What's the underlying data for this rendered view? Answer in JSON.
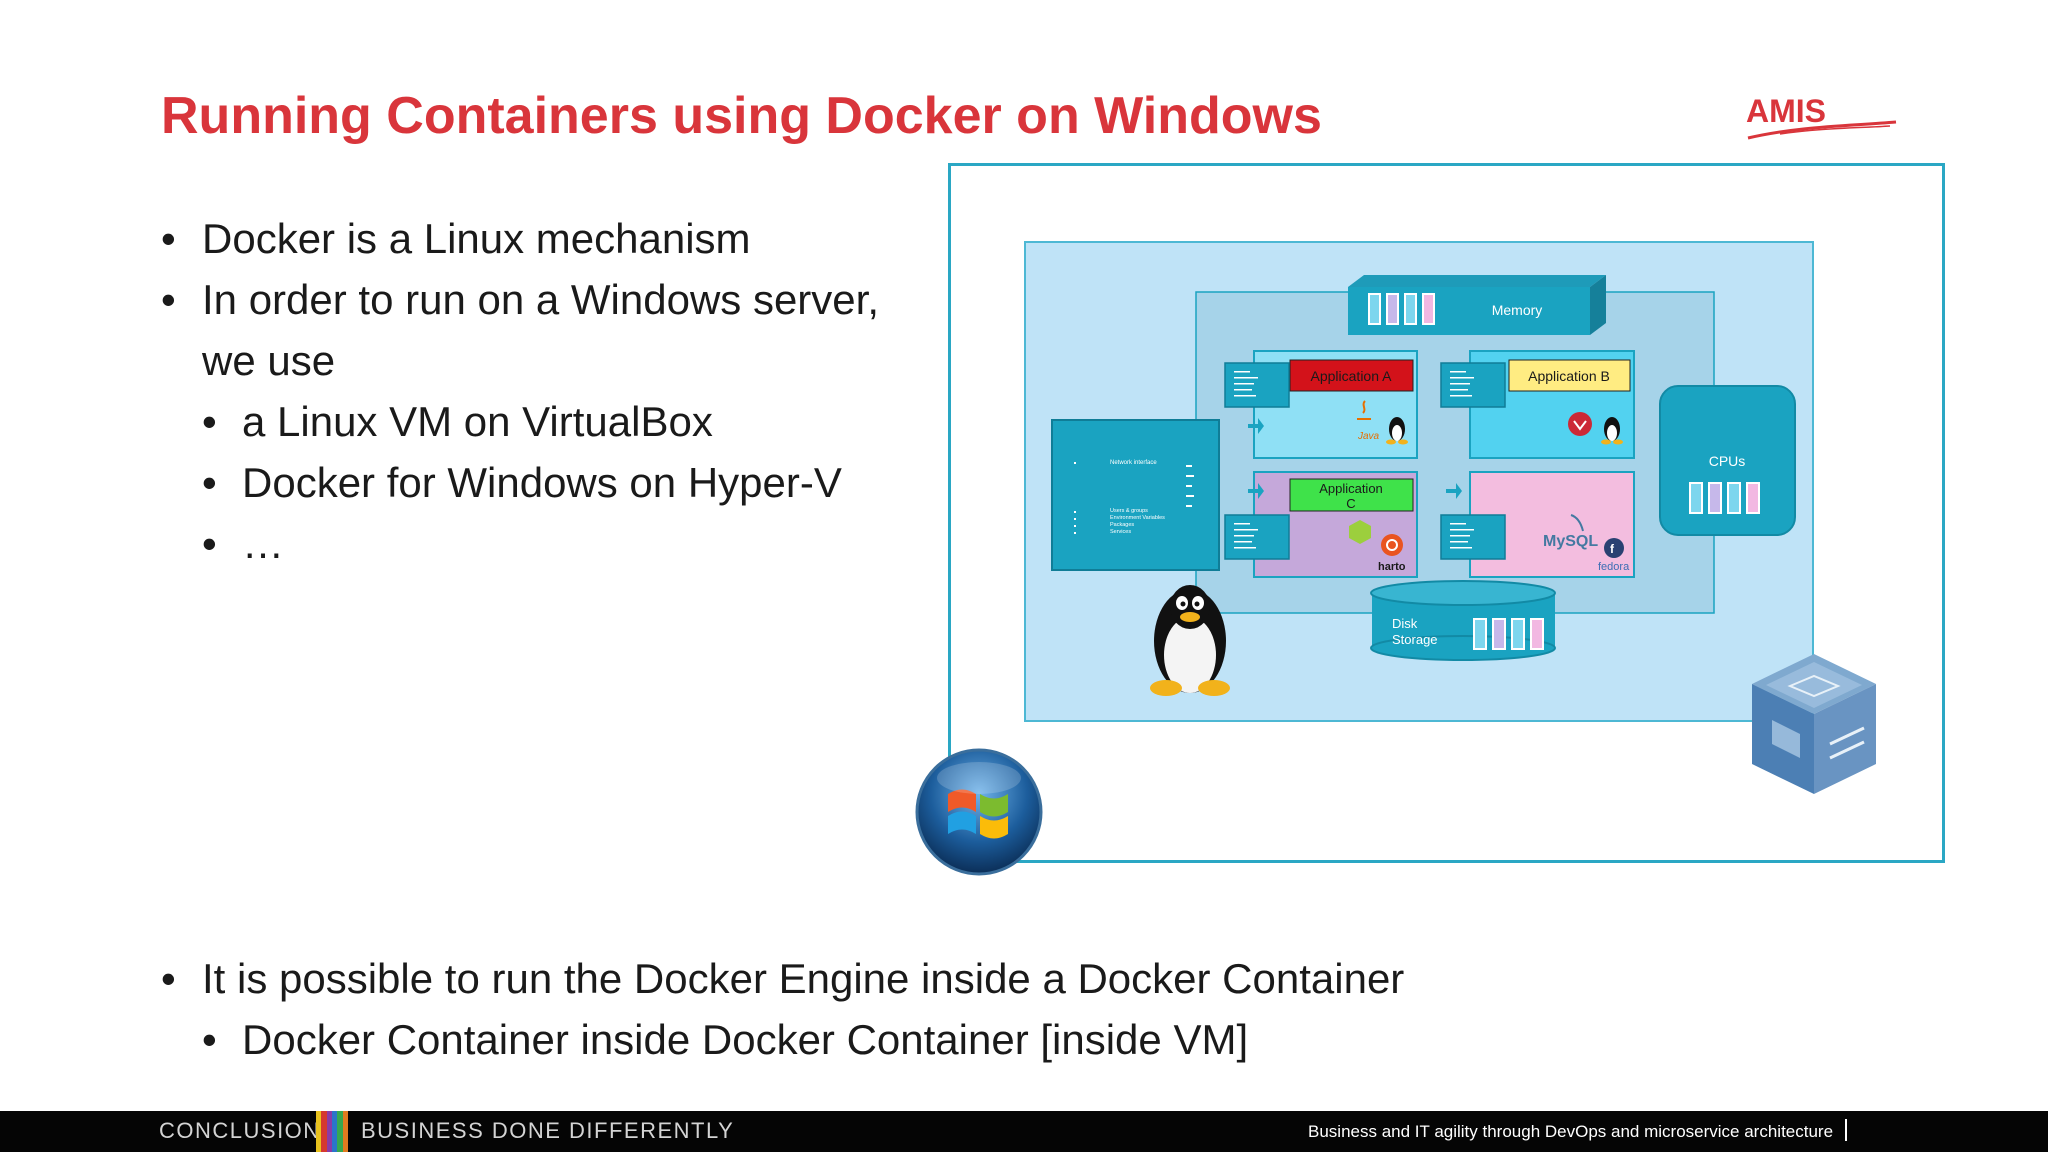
{
  "slide": {
    "title": "Running Containers using Docker on Windows",
    "logo_text": "AMIS",
    "bullets_top": [
      {
        "text": "Docker is a Linux mechanism"
      },
      {
        "text": "In order to run on a Windows server,",
        "cont": "we use"
      },
      {
        "text": "a Linux VM on VirtualBox"
      },
      {
        "text": "Docker for Windows on Hyper-V"
      },
      {
        "text": "…"
      }
    ],
    "bullets_bottom": [
      {
        "text": "It is possible to run the Docker Engine inside a Docker Container"
      },
      {
        "text": "Docker Container inside Docker Container [inside VM]"
      }
    ],
    "bullet_char": "•"
  },
  "diagram": {
    "memory_label": "Memory",
    "cpus_label": "CPUs",
    "disk_label_1": "Disk",
    "disk_label_2": "Storage",
    "app_a_label": "Application A",
    "app_b_label": "Application B",
    "app_c_label_1": "Application",
    "app_c_label_2": "C",
    "java_label": "Java",
    "mysql_label": "MySQL",
    "fedora_label": "fedora",
    "haproxy_label": "harto",
    "network_label": "Network interface",
    "users_label": "Users & groups",
    "env_label": "Environment Variables",
    "packages_label": "Packages",
    "services_label": "Services",
    "icons": [
      "tux-penguin-icon",
      "windows-logo-icon",
      "virtualbox-logo-icon"
    ],
    "colors": {
      "teal": "#1aa3c1",
      "app_a_header": "#d3121a",
      "app_b_header": "#ffec82",
      "app_c_header": "#3fe24a",
      "app_pink": "#f3bddf",
      "app_lilac": "#c5a8da",
      "slot_a": "#7dd6ee",
      "slot_b": "#c6b8ea",
      "slot_c": "#f2b8e2"
    }
  },
  "footer": {
    "left": "CONCLUSION",
    "right": "BUSINESS DONE DIFFERENTLY",
    "tagline": "Business and IT agility through DevOps and microservice architecture",
    "stripe_colors": [
      "#e8c21e",
      "#d5382f",
      "#8a3aa6",
      "#2a75c9",
      "#36a84f",
      "#e07b1f"
    ]
  }
}
